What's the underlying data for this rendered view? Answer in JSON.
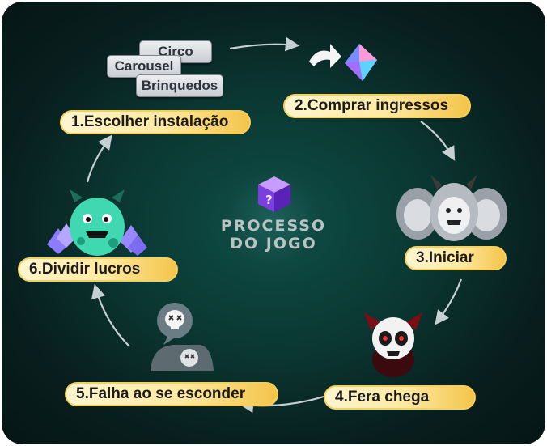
{
  "center": {
    "title": "PROCESSO\nDO JOGO"
  },
  "steps": [
    {
      "label": "1.Escolher instalação"
    },
    {
      "label": "2.Comprar ingressos"
    },
    {
      "label": "3.Iniciar"
    },
    {
      "label": "4.Fera chega"
    },
    {
      "label": "5.Falha ao se esconder"
    },
    {
      "label": "6.Dividir lucros"
    }
  ],
  "facility_tags": [
    "Circo",
    "Carousel",
    "Brinquedos"
  ],
  "icons": {
    "center": "mystery-box-icon",
    "step1": "facility-tags",
    "step2": "ticket-crystal-icon",
    "step3": "yeti-group-icon",
    "step4": "skull-beast-icon",
    "step5": "defeated-player-icon",
    "step6": "monster-with-gems-icon"
  },
  "colors": {
    "step_badge": "#ffe9a0",
    "panel_bg": "#0b3934",
    "center_text": "#b9c2c4"
  }
}
